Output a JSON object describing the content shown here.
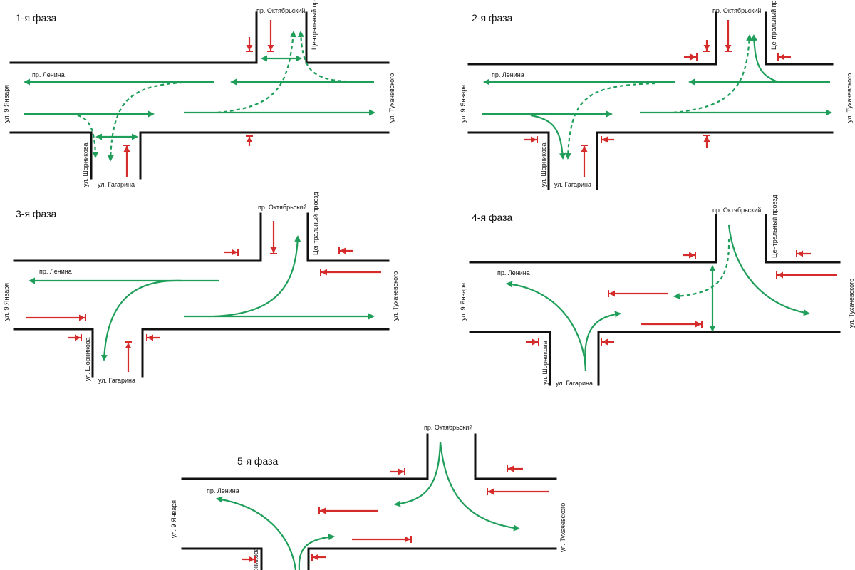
{
  "phases": [
    {
      "title": "1-я фаза",
      "north_street": "пр. Октябрьский",
      "north_side_street": "Центральный проезд",
      "west_street": "пр. Ленина",
      "west_cross": "ул. 9 Января",
      "east_street": "ул. Тухачевского",
      "south_street_1": "ул. Шорникова",
      "south_street_2": "ул. Гагарина"
    },
    {
      "title": "2-я фаза",
      "north_street": "пр. Октябрьский",
      "north_side_street": "Центральный проезд",
      "west_street": "пр. Ленина",
      "west_cross": "ул. 9 Января",
      "east_street": "ул. Тухачевского",
      "south_street_1": "ул. Шорникова",
      "south_street_2": "ул. Гагарина"
    },
    {
      "title": "3-я фаза",
      "north_street": "пр. Октябрьский",
      "north_side_street": "Центральный проезд",
      "west_street": "пр. Ленина",
      "west_cross": "ул. 9 Января",
      "east_street": "ул. Тухачевского",
      "south_street_1": "ул. Шорникова",
      "south_street_2": "ул. Гагарина"
    },
    {
      "title": "4-я фаза",
      "north_street": "пр. Октябрьский",
      "north_side_street": "Центральный проезд",
      "west_street": "пр. Ленина",
      "west_cross": "ул. 9 Января",
      "east_street": "ул. Тухачевского",
      "south_street_1": "ул. Шорникова",
      "south_street_2": "ул. Гагарина"
    },
    {
      "title": "5-я фаза",
      "north_street": "пр. Октябрьский",
      "west_street": "пр. Ленина",
      "west_cross": "ул. 9 Января",
      "east_street": "ул. Тухачевского",
      "south_street_1": "ул. Шорникова"
    }
  ],
  "colors": {
    "allowed": "#1f9e5a",
    "prohibited": "#d52b2b",
    "road": "#111111"
  }
}
